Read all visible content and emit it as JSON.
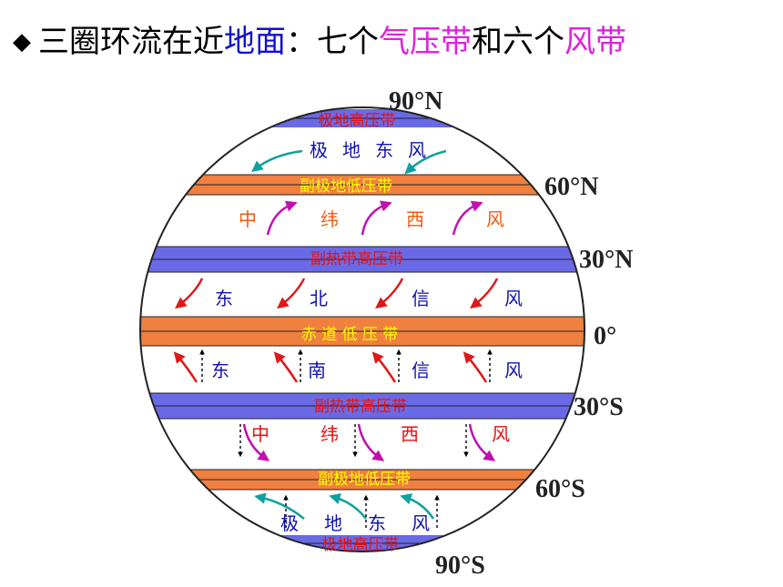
{
  "title": {
    "bullet": "◆",
    "part1": "三圈环流在近",
    "part2": "地面",
    "part3": "：七个",
    "part4": "气压带",
    "part5": "和六个",
    "part6": "风带"
  },
  "latitudes": {
    "n90": "90°N",
    "n60": "60°N",
    "n30": "30°N",
    "eq": "0°",
    "s30": "30°S",
    "s60": "60°S",
    "s90": "90°S"
  },
  "pressure_belts": {
    "north_polar_high": "极地高压带",
    "north_subpolar_low": "副极地低压带",
    "north_subtropical_high": "副热带高压带",
    "equatorial_low": "赤 道 低 压 带",
    "south_subtropical_high": "副热带高压带",
    "south_subpolar_low": "副极地低压带",
    "south_polar_high": "极地高压带"
  },
  "wind_belts": {
    "north_polar_easterlies": [
      "极",
      "地",
      "东",
      "风"
    ],
    "north_westerlies": [
      "中",
      "纬",
      "西",
      "风"
    ],
    "ne_trades": [
      "东",
      "北",
      "信",
      "风"
    ],
    "se_trades": [
      "东",
      "南",
      "信",
      "风"
    ],
    "south_westerlies": [
      "中",
      "纬",
      "西",
      "风"
    ],
    "south_polar_easterlies": [
      "极",
      "地",
      "东",
      "风"
    ]
  },
  "colors": {
    "low_pressure_belt": "#f08040",
    "high_pressure_belt": "#6a6ae6",
    "polar_easterly_arrow": "#10a0a0",
    "westerly_arrow": "#c010b0",
    "trade_arrow": "#e01818",
    "belt_label_red": "#e81010",
    "belt_label_yellow": "#ffff00",
    "wind_label_blue": "#1010b0",
    "wind_label_orange": "#f05a10",
    "wind_label_red": "#e81010"
  }
}
